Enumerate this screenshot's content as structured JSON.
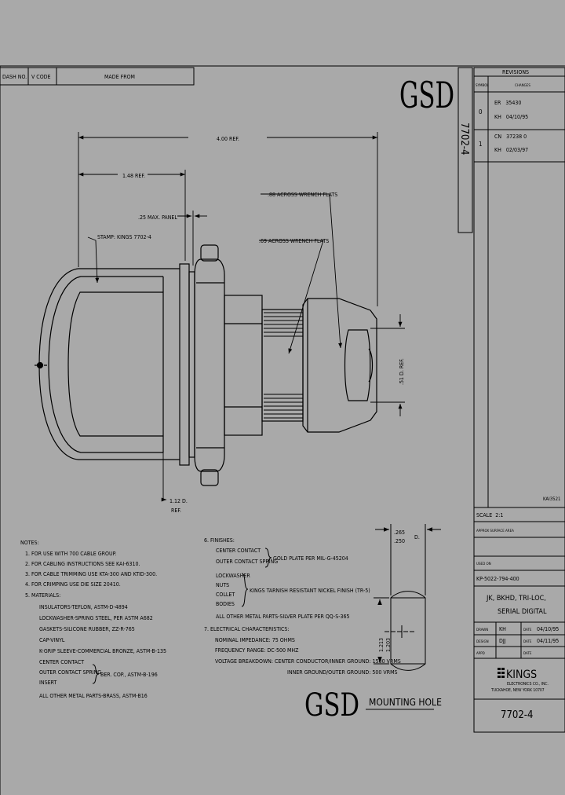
{
  "title_block": {
    "dash_no": "DASH NO.",
    "v_code": "V CODE",
    "made_from": "MADE FROM",
    "logo_top": "GSD",
    "drawing_no_vertical": "7702-4",
    "revisions_title": "REVISIONS",
    "rev_col_sym": "SYMBOL",
    "rev_col_changes": "CHANGES",
    "revisions": [
      {
        "sym": "0",
        "line1": "ER   35430",
        "line2": "KH   04/10/95"
      },
      {
        "sym": "1",
        "line1": "CN   37238 0",
        "line2": "KH   02/03/97"
      }
    ],
    "ref_code": "KAI3521",
    "scale": "SCALE  2:1",
    "approx_surface": "APPROX SURFACE AREA",
    "used_on": "USED ON",
    "part_no": "KP-5022-794-400",
    "desc_line1": "JK, BKHD, TRI-LOC,",
    "desc_line2": "SERIAL DIGITAL",
    "sig_rows": [
      {
        "role": "DRAWN",
        "init": "KH",
        "date": "04/10/95"
      },
      {
        "role": "DESIGN",
        "init": "DJJ",
        "date": "04/11/95"
      },
      {
        "role": "APPD",
        "init": "",
        "date": ""
      }
    ],
    "date_label": "DATE",
    "company": "KINGS",
    "company_sub1": "ELECTRONICS CO., INC.",
    "company_sub2": "TUCKAHOE, NEW YORK 10707",
    "drawing_no": "7702-4"
  },
  "dimensions": {
    "overall": "4.00 REF.",
    "d148": "1.48 REF.",
    "panel": ".25 MAX. PANEL",
    "flats88": ".88 ACROSS WRENCH FLATS",
    "flats69": ".69 ACROSS WRENCH FLATS",
    "stamp": "STAMP: KINGS 7702-4",
    "od51": ".51 D. REF.",
    "d112_a": "1.12 D.",
    "d112_b": "REF."
  },
  "mounting_hole": {
    "d1": ".265",
    "d2": ".250",
    "d_suffix": "D.",
    "h1": "1.213",
    "h2": "1.203",
    "label_logo": "GSD",
    "label": "MOUNTING HOLE"
  },
  "notes": {
    "lines": [
      "NOTES:",
      "1. FOR USE WITH 700 CABLE GROUP.",
      "2. FOR CABLING INSTRUCTIONS SEE KAI-6310.",
      "3. FOR CABLE TRIMMING USE KTA-300 AND KTID-300.",
      "4. FOR CRIMPING USE DIE SIZE 20410.",
      "5. MATERIALS:",
      "INSULATORS-TEFLON, ASTM-D-4894",
      "LOCKWASHER-SPRING STEEL, PER ASTM A682",
      "GASKETS-SILICONE RUBBER, ZZ-R-765",
      "CAP-VINYL",
      "K-GRIP SLEEVE-COMMERCIAL BRONZE, ASTM-B-135",
      "CENTER CONTACT",
      "OUTER CONTACT SPRING",
      "INSERT",
      "ALL OTHER METAL PARTS-BRASS, ASTM-B16"
    ],
    "ber_cop": "BER. COP., ASTM-B-196",
    "finishes": [
      "6. FINISHES:",
      "CENTER CONTACT",
      "OUTER CONTACT SPRING",
      "LOCKWASHER",
      "NUTS",
      "COLLET",
      "BODIES",
      "ALL OTHER METAL PARTS-SILVER PLATE PER QQ-S-365"
    ],
    "gold": "GOLD PLATE PER MIL-G-45204",
    "nickel": "KINGS TARNISH RESISTANT NICKEL FINISH (TR-5)",
    "electrical": [
      "7. ELECTRICAL CHARACTERISTICS:",
      "NOMINAL IMPEDANCE: 75 OHMS",
      "FREQUENCY RANGE: DC-500 MHZ",
      "VOLTAGE BREAKDOWN: CENTER CONDUCTOR/INNER GROUND: 1500 VRMS",
      "INNER GROUND/OUTER GROUND: 500 VRMS"
    ]
  }
}
